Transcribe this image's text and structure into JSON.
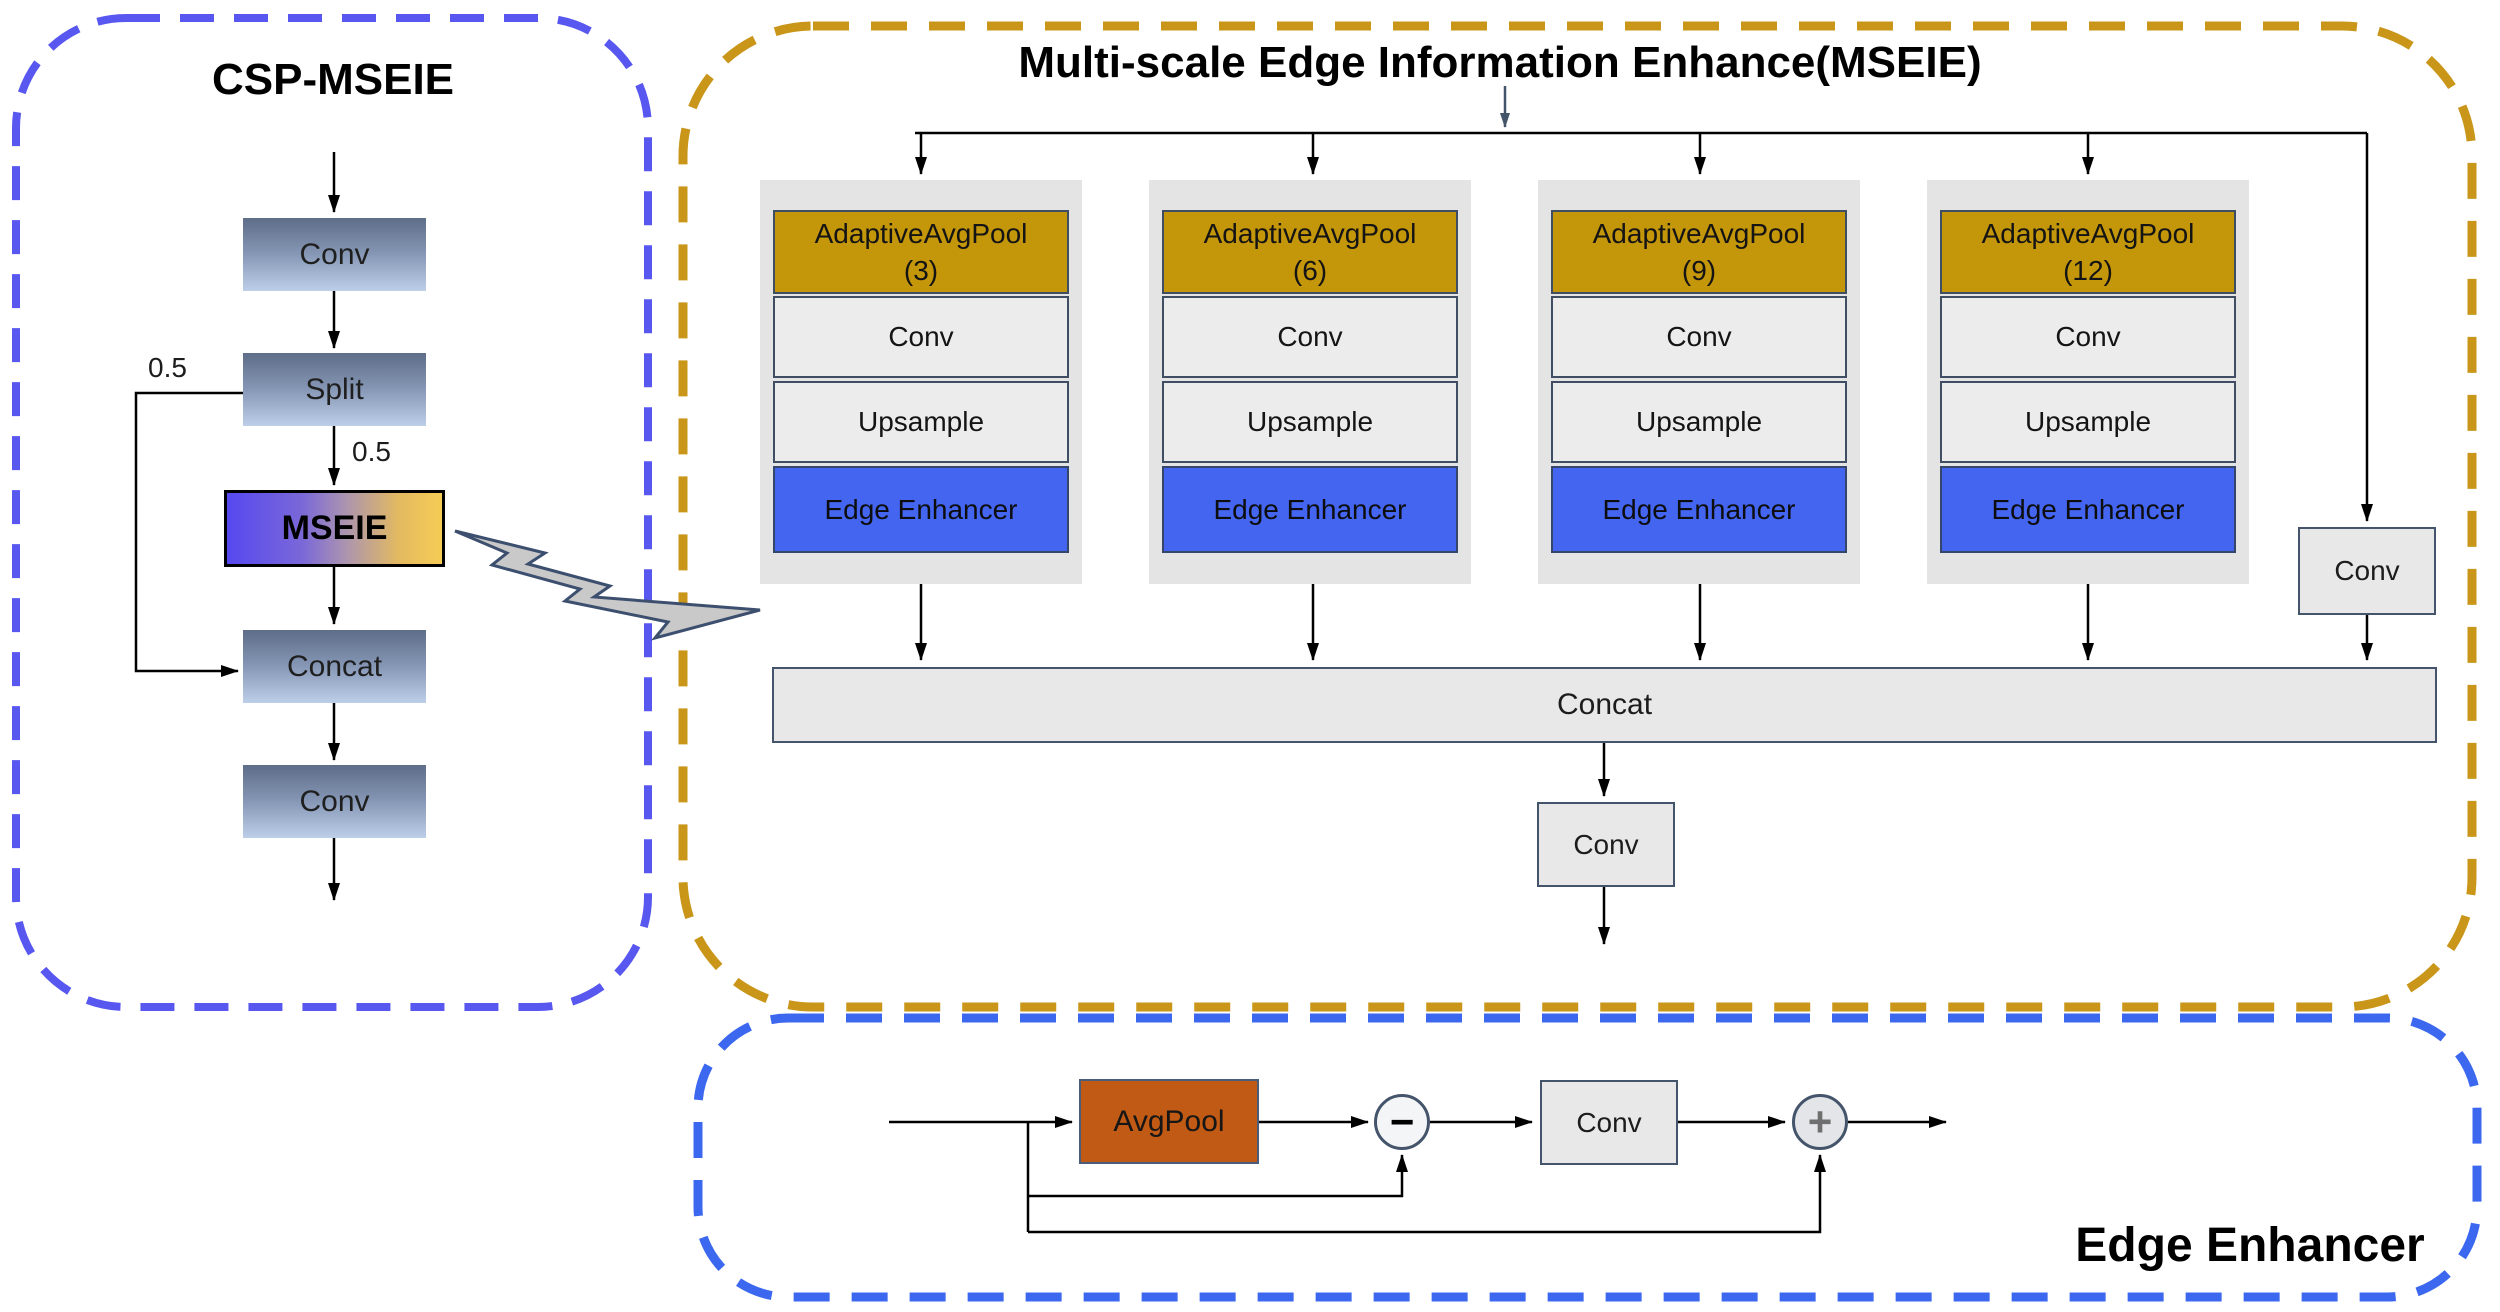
{
  "left_panel": {
    "title": "CSP-MSEIE",
    "conv1": "Conv",
    "split": "Split",
    "mseie": "MSEIE",
    "concat": "Concat",
    "conv2": "Conv",
    "ratio_top": "0.5",
    "ratio_split": "0.5"
  },
  "mseie_panel": {
    "title": "Multi-scale Edge Information Enhance(MSEIE)",
    "columns": [
      {
        "pool": "AdaptiveAvgPool",
        "size": "(3)",
        "conv": "Conv",
        "upsample": "Upsample",
        "enhancer": "Edge Enhancer"
      },
      {
        "pool": "AdaptiveAvgPool",
        "size": "(6)",
        "conv": "Conv",
        "upsample": "Upsample",
        "enhancer": "Edge Enhancer"
      },
      {
        "pool": "AdaptiveAvgPool",
        "size": "(9)",
        "conv": "Conv",
        "upsample": "Upsample",
        "enhancer": "Edge Enhancer"
      },
      {
        "pool": "AdaptiveAvgPool",
        "size": "(12)",
        "conv": "Conv",
        "upsample": "Upsample",
        "enhancer": "Edge Enhancer"
      }
    ],
    "side_conv": "Conv",
    "concat": "Concat",
    "out_conv": "Conv"
  },
  "enhancer_panel": {
    "title": "Edge Enhancer",
    "avgpool": "AvgPool",
    "conv": "Conv",
    "minus_symbol": "−",
    "plus_symbol": "+"
  },
  "colors": {
    "left_panel_border": "#5857f0",
    "mseie_panel_border": "#c9961a",
    "enhancer_panel_border": "#3c68f0",
    "pool_fill": "#c4960a",
    "enhancer_fill": "#4365f0",
    "avgpool_fill": "#c05a14",
    "box_border": "#3f4e63",
    "gradient_box_top": "#5e6d88",
    "gradient_box_bottom": "#bccee8",
    "mseie_gradient_left": "#5649f0",
    "mseie_gradient_right": "#f6cc55",
    "bolt_fill": "#c9c9c9",
    "arrow_color": "#000000",
    "title_arrow_color": "#44546A"
  }
}
